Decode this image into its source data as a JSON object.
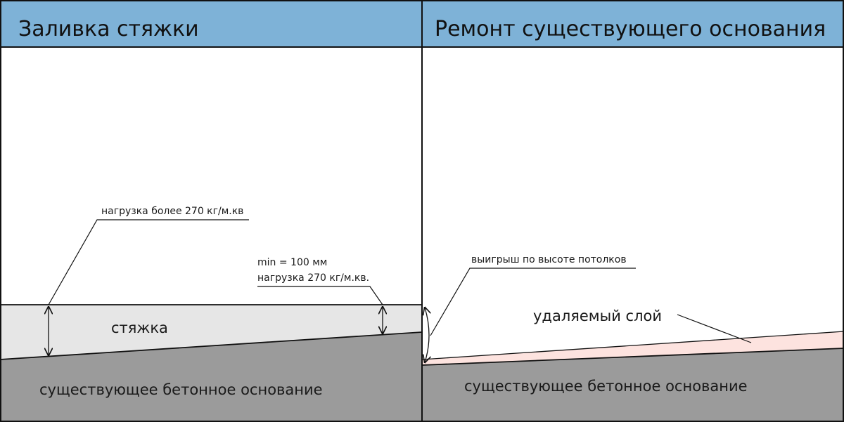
{
  "colors": {
    "header": "#7eb2d7",
    "screed": "#e6e6e6",
    "concrete": "#9b9b9b",
    "removed_layer": "#fde3df",
    "line": "#111111"
  },
  "left_panel": {
    "title": "Заливка стяжки",
    "label_load_more": "нагрузка более 270 кг/м.кв",
    "label_min": "min = 100 мм",
    "label_load": "нагрузка 270 кг/м.кв.",
    "label_screed": "стяжка",
    "label_base": "существующее бетонное основание"
  },
  "right_panel": {
    "title": "Ремонт существующего основания",
    "label_gain": "выигрыш по высоте потолков",
    "label_removed": "удаляемый слой",
    "label_base": "существующее бетонное основание"
  }
}
